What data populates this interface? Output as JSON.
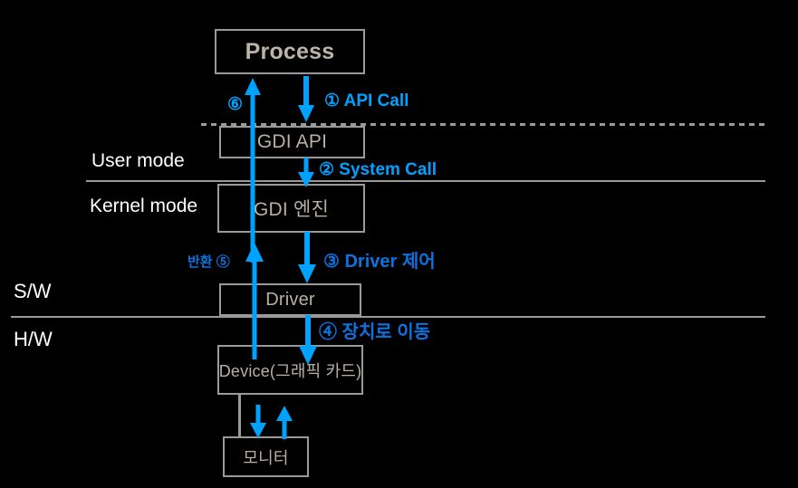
{
  "diagram": {
    "title": "GDI graphics call flow (User mode / Kernel mode, S/W / H/W)",
    "background": "#000000",
    "colors": {
      "box_border": "#9a9a9a",
      "box_text": "#b9b0a4",
      "mode_text": "#ffffff",
      "arrow_bright": "#00a2ff",
      "arrow_dark": "#0b72e0"
    },
    "boxes": [
      {
        "id": "process",
        "label": "Process"
      },
      {
        "id": "gdi_api",
        "label": "GDI API"
      },
      {
        "id": "gdi_engine",
        "label": "GDI 엔진"
      },
      {
        "id": "driver",
        "label": "Driver"
      },
      {
        "id": "device",
        "label": "Device(그래픽 카드)"
      },
      {
        "id": "monitor",
        "label": "모니터"
      }
    ],
    "layer_labels": [
      {
        "id": "user_mode",
        "label": "User mode"
      },
      {
        "id": "kernel_mode",
        "label": "Kernel mode"
      },
      {
        "id": "sw",
        "label": "S/W"
      },
      {
        "id": "hw",
        "label": "H/W"
      }
    ],
    "steps": [
      {
        "num": "①",
        "label": "API Call",
        "text": "① API Call"
      },
      {
        "num": "②",
        "label": "System Call",
        "text": "② System Call"
      },
      {
        "num": "③",
        "label": "Driver 제어",
        "text": "③ Driver 제어"
      },
      {
        "num": "④",
        "label": "장치로 이동",
        "text": "④ 장치로 이동"
      },
      {
        "num": "⑤",
        "label": "반환",
        "text": "반환 ⑤"
      },
      {
        "num": "⑥",
        "label": "",
        "text": "⑥"
      }
    ]
  }
}
